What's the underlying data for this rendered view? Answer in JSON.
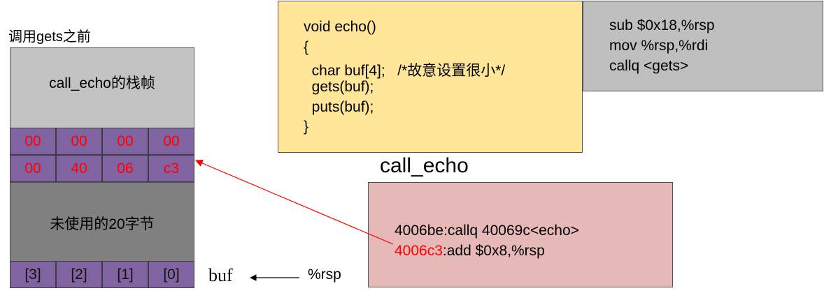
{
  "stack": {
    "title": "调用gets之前",
    "frame_label": "call_echo的栈帧",
    "rows": [
      [
        "00",
        "00",
        "00",
        "00"
      ],
      [
        "00",
        "40",
        "06",
        "c3"
      ]
    ],
    "unused_label": "未使用的20字节",
    "buf_indices": [
      "[3]",
      "[2]",
      "[1]",
      "[0]"
    ],
    "buf_label": "buf",
    "rsp_label": "%rsp"
  },
  "code": {
    "lines": [
      "void echo()",
      "{",
      "  char buf[4];   /*故意设置很小*/",
      "  gets(buf);",
      "  puts(buf);",
      "}"
    ]
  },
  "asm": {
    "lines": [
      "sub $0x18,%rsp",
      "mov %rsp,%rdi",
      "callq <gets>"
    ]
  },
  "call_echo": {
    "title": "call_echo",
    "line1": "4006be:callq 40069c<echo>",
    "line2_addr": "4006c3",
    "line2_rest": ":add $0x8,%rsp"
  },
  "colors": {
    "frame": "#c3c3c3",
    "byte_cell": "#8064a2",
    "unused": "#808080",
    "code_bg": "#ffe699",
    "asm_bg": "#bfbfbf",
    "call_bg": "#e6b8b7",
    "highlight": "#ff0000"
  }
}
